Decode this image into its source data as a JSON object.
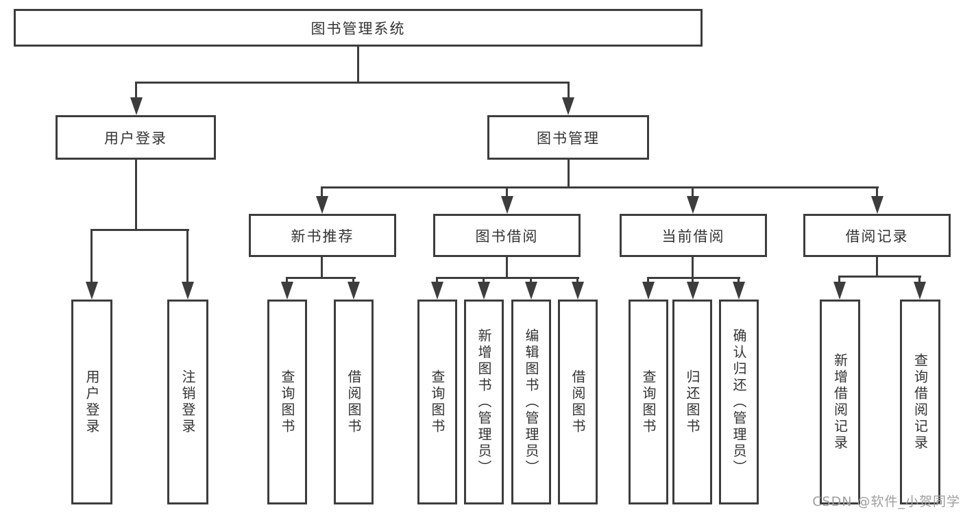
{
  "tree": {
    "label": "图书管理系统",
    "children": [
      {
        "label": "用户登录",
        "children": [
          {
            "label": "用户登录"
          },
          {
            "label": "注销登录"
          }
        ]
      },
      {
        "label": "图书管理",
        "children": [
          {
            "label": "新书推荐",
            "children": [
              {
                "label": "查询图书"
              },
              {
                "label": "借阅图书"
              }
            ]
          },
          {
            "label": "图书借阅",
            "children": [
              {
                "label": "查询图书"
              },
              {
                "label": "新增图书（管理员）"
              },
              {
                "label": "编辑图书（管理员）"
              },
              {
                "label": "借阅图书"
              }
            ]
          },
          {
            "label": "当前借阅",
            "children": [
              {
                "label": "查询图书"
              },
              {
                "label": "归还图书"
              },
              {
                "label": "确认归还（管理员）"
              }
            ]
          },
          {
            "label": "借阅记录",
            "children": [
              {
                "label": "新增借阅记录"
              },
              {
                "label": "查询借阅记录"
              }
            ]
          }
        ]
      }
    ]
  },
  "watermark": {
    "text": "CSDN @软件_小贺同学"
  },
  "colors": {
    "line": "#3d3d3d",
    "text": "#333333",
    "watermark": "#9e9e9e",
    "background": "#ffffff"
  }
}
